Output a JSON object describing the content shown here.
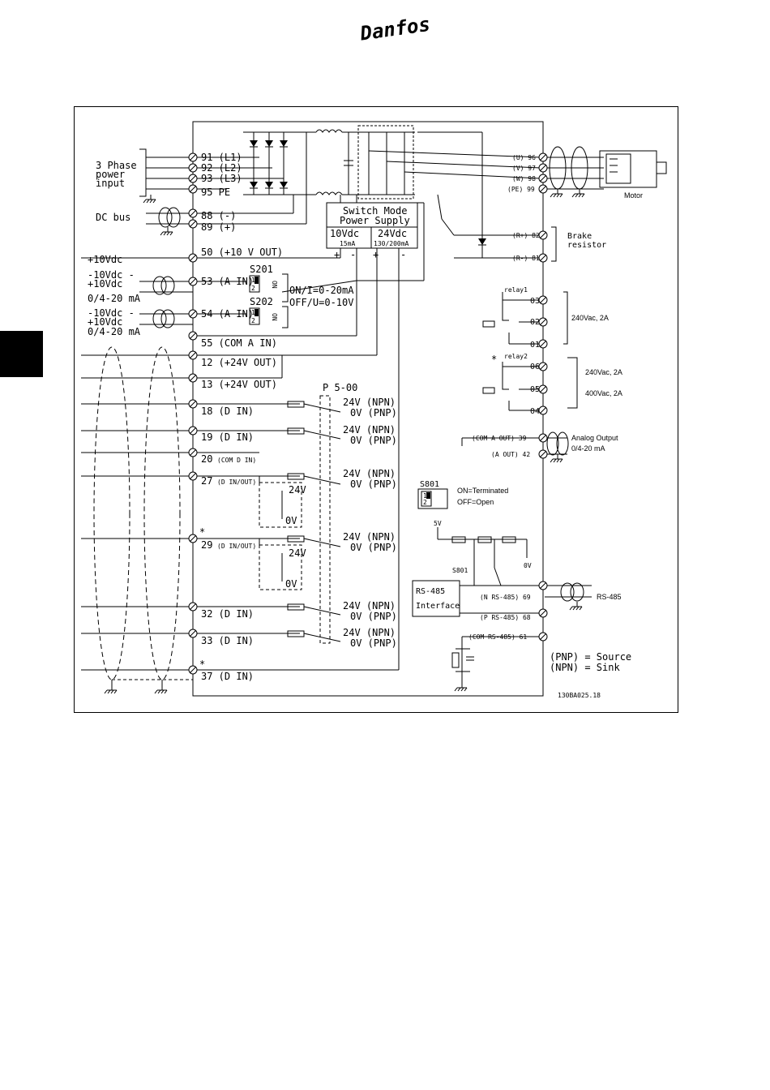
{
  "brand": {
    "logo_text": "Danfoss",
    "logo_color": "#e2001a"
  },
  "inputs": {
    "three_phase": [
      "3 Phase",
      "power",
      "input"
    ],
    "dc_bus": "DC bus",
    "plus10vdc": "+10Vdc",
    "ain1": [
      "-10Vdc -",
      "+10Vdc",
      "0/4-20 mA"
    ],
    "ain2": [
      "-10Vdc -",
      "+10Vdc",
      "0/4-20 mA"
    ]
  },
  "terminals_left": {
    "t91": "91  (L1)",
    "t92": "92  (L2)",
    "t93": "93  (L3)",
    "t95": "95  PE",
    "t88": "88  (-)",
    "t89": "89  (+)",
    "t50": "50  (+10 V OUT)",
    "t53": "53  (A IN)",
    "t54": "54  (A IN)",
    "t55": "55  (COM A IN)",
    "t12": "12  (+24V OUT)",
    "t13": "13  (+24V OUT)",
    "t18": "18  (D IN)",
    "t19": "19  (D IN)",
    "t20": "20",
    "t20s": "(COM D IN)",
    "t27": "27",
    "t27s": "(D IN/OUT)",
    "t29": "29",
    "t29s": "(D IN/OUT)",
    "t32": "32  (D IN)",
    "t33": "33  (D IN)",
    "t37": "37  (D IN)",
    "star": "*"
  },
  "switches": {
    "s201": "S201",
    "s202": "S202",
    "on": "ON",
    "pos1": "1",
    "pos2": "2",
    "desc1": "ON/I=0-20mA",
    "desc2": "OFF/U=0-10V",
    "s801": "S801",
    "s801_on": "ON=Terminated",
    "s801_off": "OFF=Open",
    "s801_net": "S801"
  },
  "smps": {
    "title1": "Switch Mode",
    "title2": "Power Supply",
    "v10": "10Vdc",
    "v24": "24Vdc",
    "i10": "15mA",
    "i24": "130/200mA",
    "plus": "+",
    "minus": "-"
  },
  "p500": "P 5-00",
  "npn": "24V (NPN)",
  "pnp": "0V (PNP)",
  "sw24": "24V",
  "sw0": "0V",
  "terminals_right": {
    "t96": "(U) 96",
    "t97": "(V) 97",
    "t98": "(W) 98",
    "t99": "(PE) 99",
    "t82": "(R+) 82",
    "t81": "(R-) 81",
    "t03": "03",
    "t02": "02",
    "t01": "01",
    "t06": "06",
    "t05": "05",
    "t04": "04",
    "t39": "(COM A OUT) 39",
    "t42": "(A OUT) 42",
    "t69": "(N RS-485) 69",
    "t68": "(P RS-485) 68",
    "t61": "(COM RS-485) 61"
  },
  "right_labels": {
    "motor": "Motor",
    "brake": [
      "Brake",
      "resistor"
    ],
    "relay1": "relay1",
    "relay2": "relay2",
    "relay1_rating": "240Vac, 2A",
    "relay2_rating1": "240Vac, 2A",
    "relay2_rating2": "400Vac, 2A",
    "analog": [
      "Analog Output",
      "0/4-20 mA"
    ],
    "rs485": "RS-485",
    "rs485_if": [
      "RS-485",
      "Interface"
    ],
    "v5": "5V",
    "v0": "0V",
    "pnp_legend": "(PNP) = Source",
    "npn_legend": "(NPN) = Sink",
    "code": "130BA025.18"
  }
}
